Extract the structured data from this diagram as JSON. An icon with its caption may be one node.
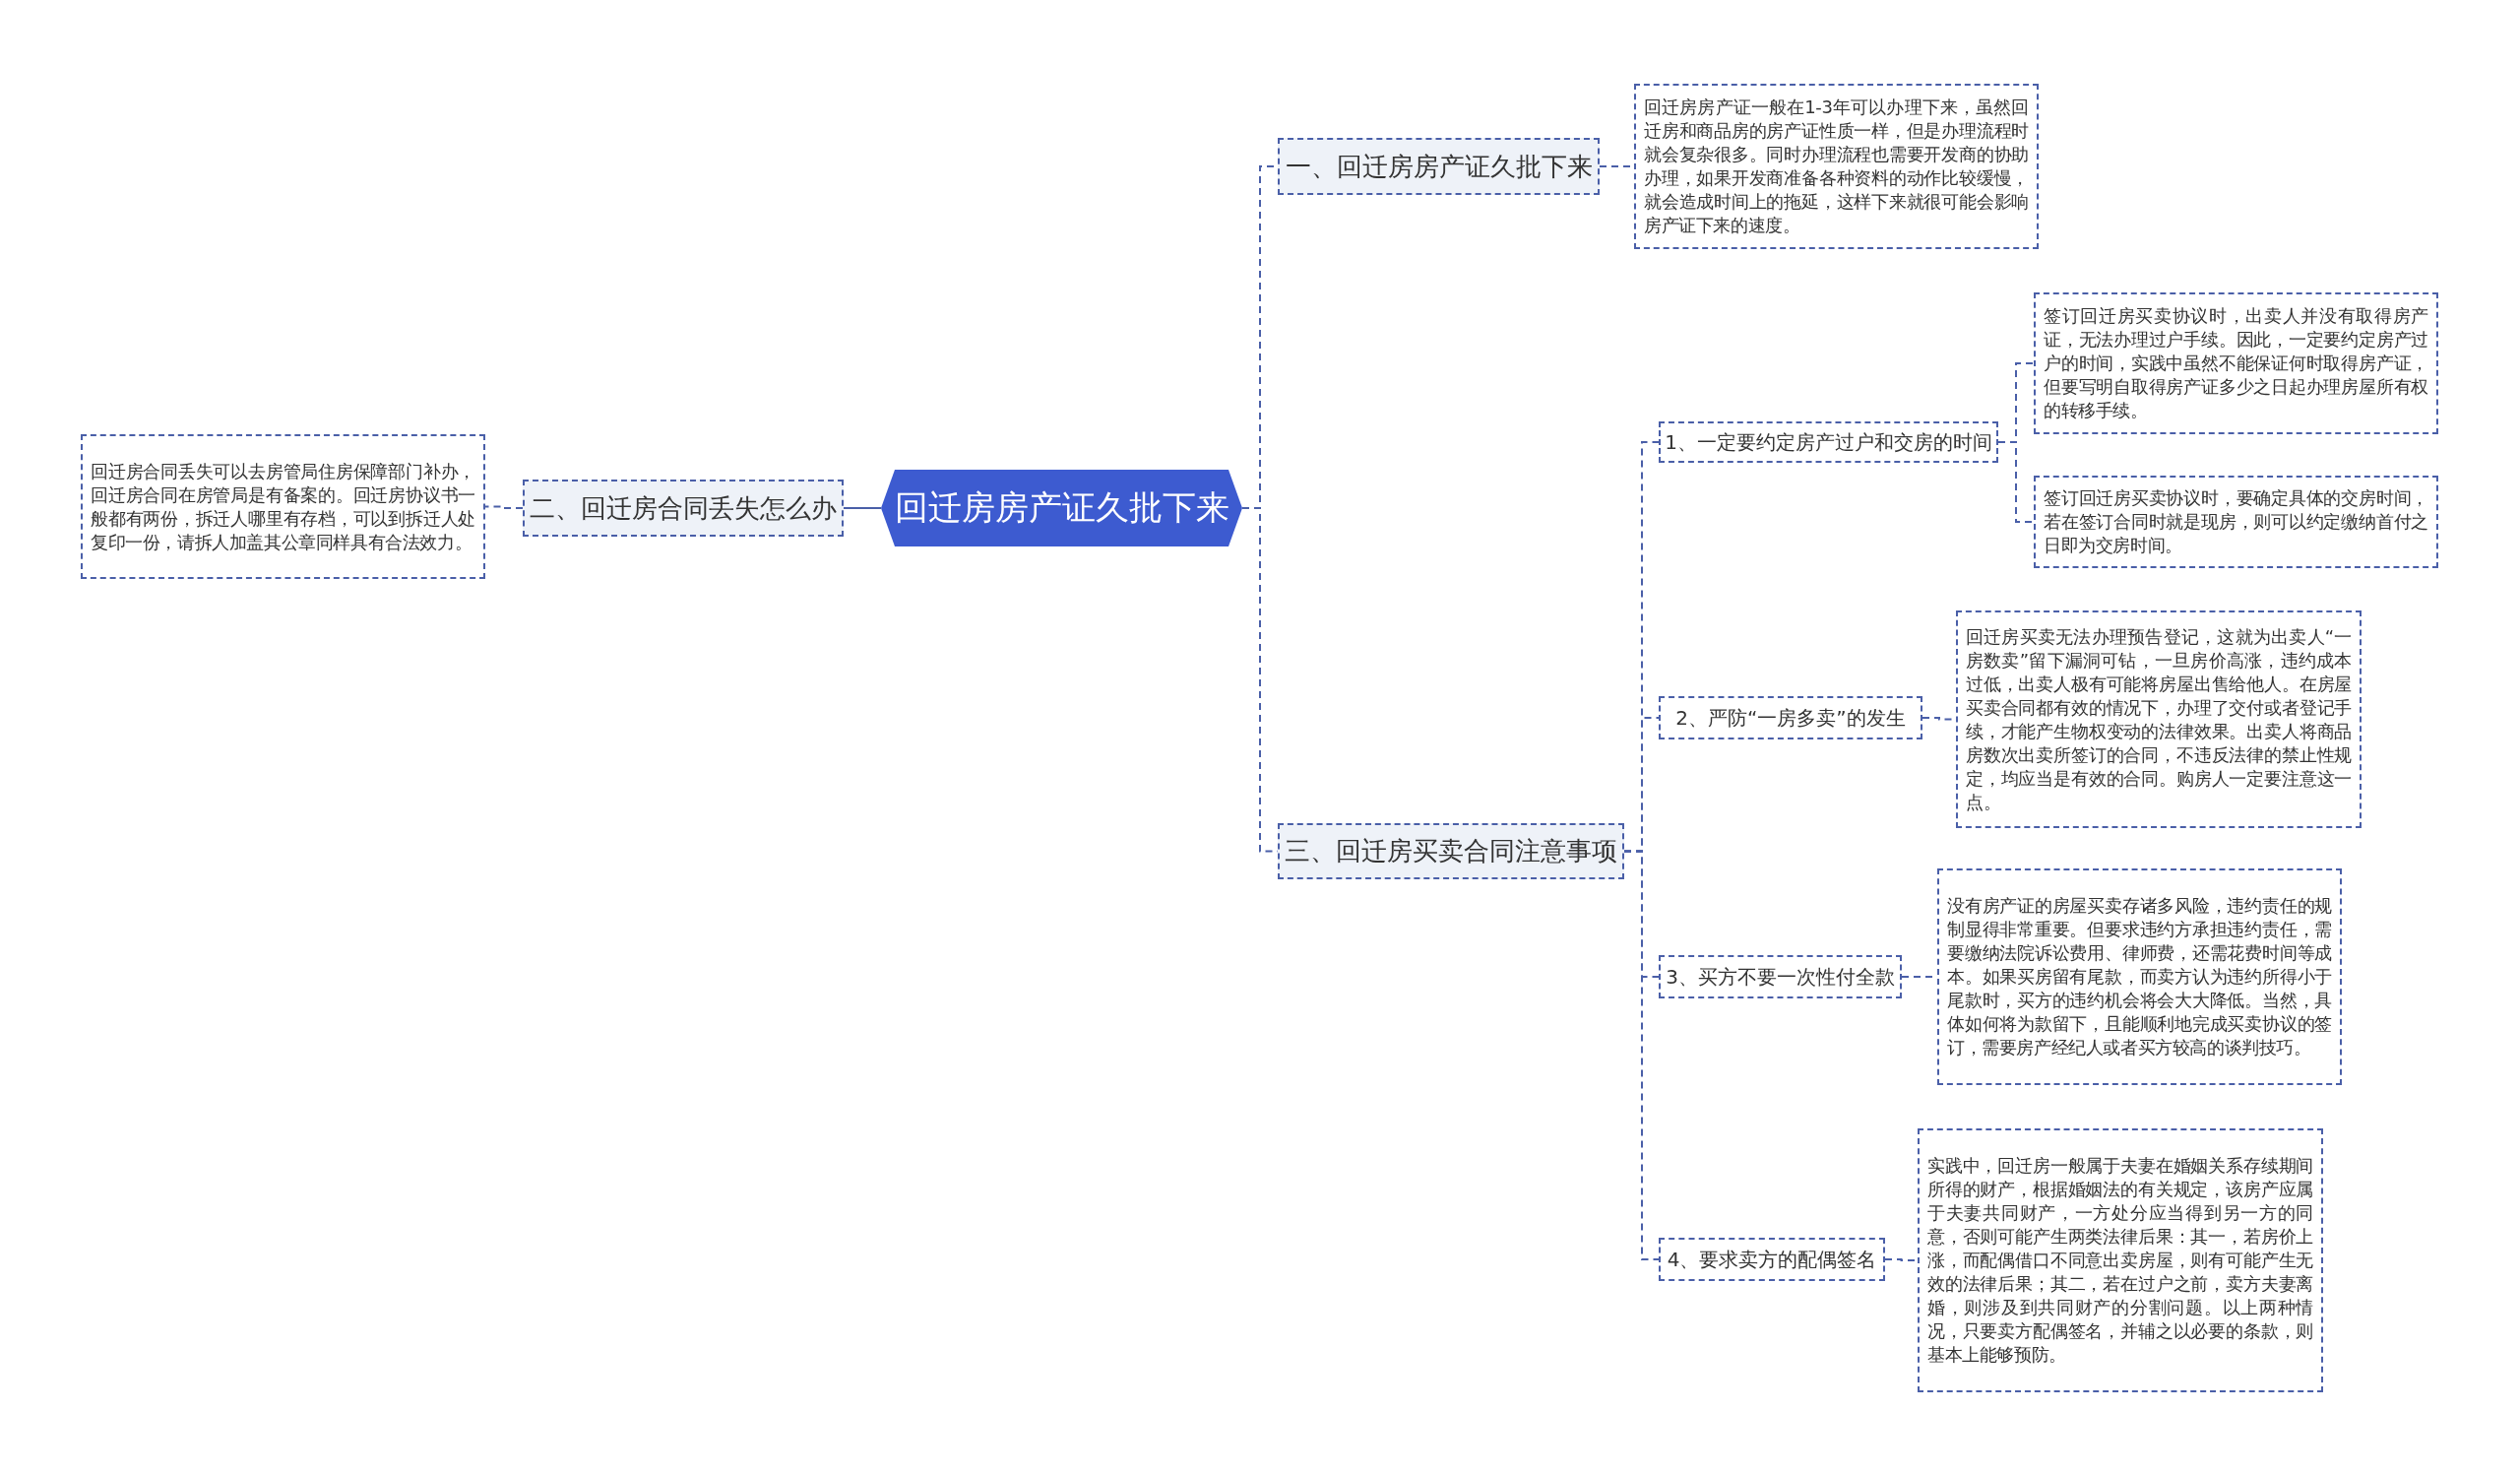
{
  "diagram": {
    "nodes": [
      {
        "text": [
          "回迁房房产证久批下来"
        ]
      },
      {
        "text": [
          "一、回迁房房产证久批下来"
        ]
      },
      {
        "text": [
          "回迁房房产证一般在1-3年可以办理下来，虽然回迁房和商品房的房产证性质一样，但是办理流程时就会复杂很多。同时办理流程也需要开发商的协助办理，如果开发商准备各种资料的动作比较缓慢，就会造成时间上的拖延，这样下来就很可能会影响房产证下来的速度。"
        ]
      },
      {
        "text": [
          "三、回迁房买卖合同注意事项"
        ]
      },
      {
        "text": [
          "1、一定要约定房产过户和交房的时间"
        ]
      },
      {
        "text": [
          "签订回迁房买卖协议时，出卖人并没有取得房产证，无法办理过户手续。因此，一定要约定房产过户的时间，实践中虽然不能保证何时取得房产证，但要写明自取得房产证多少之日起办理房屋所有权的转移手续。"
        ]
      },
      {
        "text": [
          "签订回迁房买卖协议时，要确定具体的交房时间，若在签订合同时就是现房，则可以约定缴纳首付之日即为交房时间。"
        ]
      },
      {
        "text": [
          "2、严防“一房多卖”的发生"
        ]
      },
      {
        "text": [
          "回迁房买卖无法办理预告登记，这就为出卖人“一房数卖”留下漏洞可钻，一旦房价高涨，违约成本过低，出卖人极有可能将房屋出售给他人。在房屋买卖合同都有效的情况下，办理了交付或者登记手续，才能产生物权变动的法律效果。出卖人将商品房数次出卖所签订的合同，不违反法律的禁止性规定，均应当是有效的合同。购房人一定要注意这一点。"
        ]
      },
      {
        "text": [
          "3、买方不要一次性付全款"
        ]
      },
      {
        "text": [
          "没有房产证的房屋买卖存诸多风险，违约责任的规制显得非常重要。但要求违约方承担违约责任，需要缴纳法院诉讼费用、律师费，还需花费时间等成本。如果买房留有尾款，而卖方认为违约所得小于尾款时，买方的违约机会将会大大降低。当然，具体如何将为款留下，且能顺利地完成买卖协议的签订，需要房产经纪人或者买方较高的谈判技巧。"
        ]
      },
      {
        "text": [
          "4、要求卖方的配偶签名"
        ]
      },
      {
        "text": [
          "实践中，回迁房一般属于夫妻在婚姻关系存续期间所得的财产，根据婚姻法的有关规定，该房产应属于夫妻共同财产，一方处分应当得到另一方的同意，否则可能产生两类法律后果：其一，若房价上涨，而配偶借口不同意出卖房屋，则有可能产生无效的法律后果；其二，若在过户之前，卖方夫妻离婚，则涉及到共同财产的分割问题。以上两种情况，只要卖方配偶签名，并辅之以必要的条款，则基本上能够预防。"
        ]
      },
      {
        "text": [
          "二、回迁房合同丢失怎么办"
        ]
      },
      {
        "text": [
          "回迁房合同丢失可以去房管局住房保障部门补办，回迁房合同在房管局是有备案的。回迁房协议书一般都有两份，拆迁人哪里有存档，可以到拆迁人处复印一份，请拆人加盖其公章同样具有合法效力。"
        ]
      }
    ],
    "edges": [
      {
        "from": 0,
        "to": 1,
        "arrow": "none",
        "style": "dashed"
      },
      {
        "from": 1,
        "to": 2,
        "arrow": "none",
        "style": "dashed"
      },
      {
        "from": 0,
        "to": 3,
        "arrow": "none",
        "style": "dashed"
      },
      {
        "from": 3,
        "to": 4,
        "arrow": "none",
        "style": "dashed"
      },
      {
        "from": 4,
        "to": 5,
        "arrow": "none",
        "style": "dashed"
      },
      {
        "from": 4,
        "to": 6,
        "arrow": "none",
        "style": "dashed"
      },
      {
        "from": 3,
        "to": 7,
        "arrow": "none",
        "style": "dashed"
      },
      {
        "from": 7,
        "to": 8,
        "arrow": "none",
        "style": "dashed"
      },
      {
        "from": 3,
        "to": 9,
        "arrow": "none",
        "style": "dashed"
      },
      {
        "from": 9,
        "to": 10,
        "arrow": "none",
        "style": "dashed"
      },
      {
        "from": 3,
        "to": 11,
        "arrow": "none",
        "style": "dashed"
      },
      {
        "from": 11,
        "to": 12,
        "arrow": "none",
        "style": "dashed"
      },
      {
        "from": 0,
        "to": 13,
        "arrow": "none"
      },
      {
        "from": 13,
        "to": 14,
        "arrow": "none",
        "style": "dashed"
      }
    ]
  }
}
